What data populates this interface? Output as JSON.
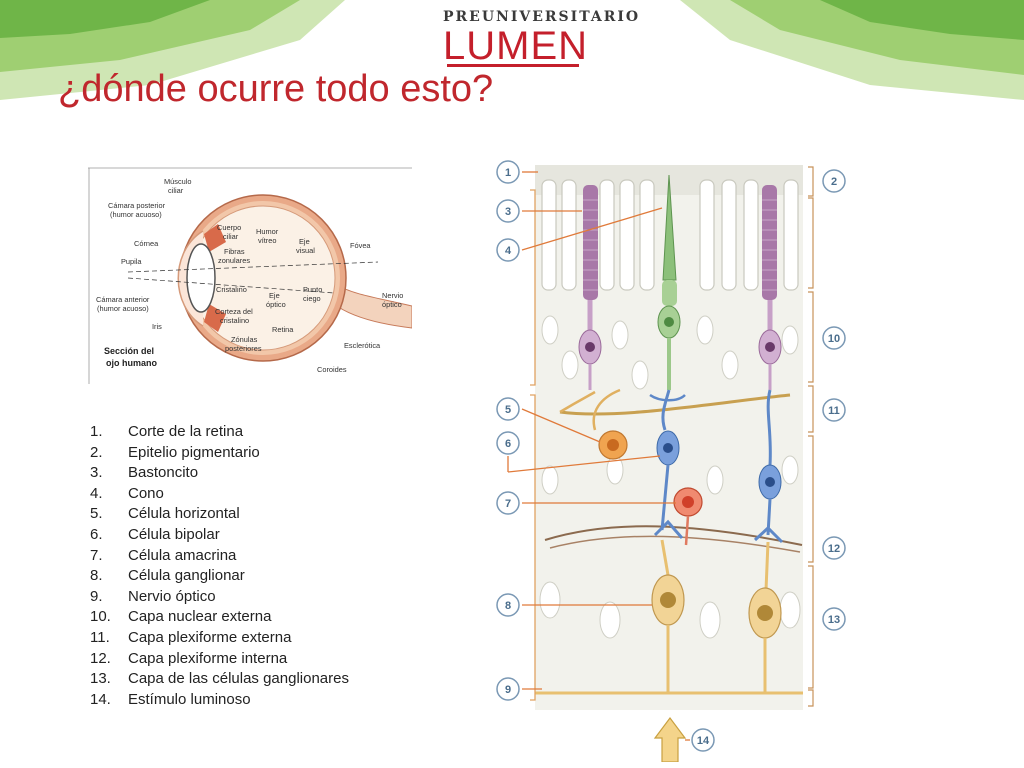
{
  "logo": {
    "top": "PREUNIVERSITARIO",
    "main": "LUMEN"
  },
  "title": "¿dónde ocurre todo esto?",
  "eye_diagram": {
    "labels": {
      "musculo": "Músculo",
      "ciliar": "ciliar",
      "camara_post": "Cámara posterior",
      "humor_acuoso1": "(humor acuoso)",
      "cornea": "Córnea",
      "pupila": "Pupila",
      "camara_ant": "Cámara anterior",
      "humor_acuoso2": "(humor acuoso)",
      "iris": "Iris",
      "cuerpo": "Cuerpo",
      "ciliar2": "ciliar",
      "humor": "Humor",
      "vitreo": "vítreo",
      "fibras": "Fibras",
      "zonulares": "zonulares",
      "eje": "Eje",
      "visual": "visual",
      "fovea": "Fóvea",
      "cristalino": "Cristalino",
      "eje2": "Eje",
      "optico": "óptico",
      "punto": "Punto",
      "ciego": "ciego",
      "nervio": "Nervio",
      "optico2": "óptico",
      "corteza": "Corteza del",
      "cristalino2": "cristalino",
      "retina": "Retina",
      "zonulas": "Zónulas",
      "posteriores": "posteriores",
      "esclerotica": "Esclerótica",
      "coroides": "Coroides",
      "seccion": "Sección del",
      "ojo": "ojo humano"
    }
  },
  "legend": [
    {
      "num": "1.",
      "text": "Corte de la retina"
    },
    {
      "num": "2.",
      "text": "Epitelio pigmentario"
    },
    {
      "num": "3.",
      "text": "Bastoncito"
    },
    {
      "num": "4.",
      "text": "Cono"
    },
    {
      "num": "5.",
      "text": "Célula horizontal"
    },
    {
      "num": "6.",
      "text": "Célula bipolar"
    },
    {
      "num": "7.",
      "text": "Célula amacrina"
    },
    {
      "num": "8.",
      "text": "Célula ganglionar"
    },
    {
      "num": "9.",
      "text": "Nervio óptico"
    },
    {
      "num": "10.",
      "text": "Capa nuclear externa"
    },
    {
      "num": "11.",
      "text": "Capa plexiforme externa"
    },
    {
      "num": "12.",
      "text": "Capa plexiforme interna"
    },
    {
      "num": "13.",
      "text": "Capa de las células ganglionares"
    },
    {
      "num": "14.",
      "text": "Estímulo luminoso"
    }
  ],
  "retina_callouts": [
    "1",
    "2",
    "3",
    "4",
    "5",
    "6",
    "7",
    "8",
    "9",
    "10",
    "11",
    "12",
    "13",
    "14"
  ],
  "colors": {
    "title": "#c0272d",
    "accent_green": "#7dc142",
    "rod": "#b888b6",
    "cone": "#8cc07a",
    "bipolar": "#5e88c8",
    "horizontal": "#e8a25a",
    "amacrine": "#e0604a",
    "ganglion": "#e8c070",
    "callout": "#4a6d8c"
  }
}
